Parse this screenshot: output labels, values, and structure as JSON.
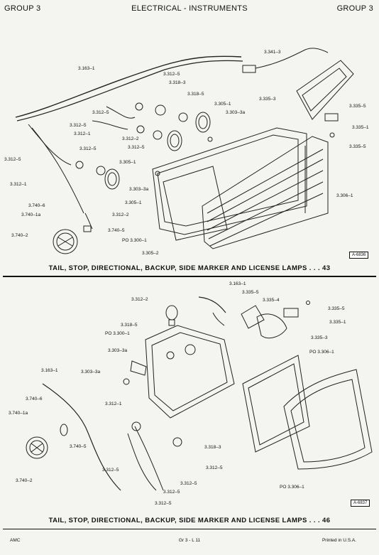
{
  "header": {
    "left": "GROUP 3",
    "center": "ELECTRICAL - INSTRUMENTS",
    "right": "GROUP 3"
  },
  "figure1": {
    "ref": "A-6836",
    "caption": "TAIL, STOP, DIRECTIONAL, BACKUP, SIDE MARKER AND LICENSE LAMPS . . . 43",
    "labels": [
      "3.163–1",
      "3.312–5",
      "3.318–3",
      "3.318–5",
      "3.305–1",
      "3.303–3a",
      "3.312–5",
      "3.312–5",
      "3.312–1",
      "3.312–2",
      "3.312–5",
      "3.312–5",
      "3.312–5",
      "3.312–1",
      "3.305–1",
      "3.303–3a",
      "3.305–1",
      "3.312–2",
      "3.740–6",
      "3.740–1a",
      "3.740–5",
      "3.740–2",
      "PO 3.300–1",
      "3.305–2",
      "3.341–3",
      "3.335–3",
      "3.335–5",
      "3.335–1",
      "3.335–5",
      "3.306–1"
    ]
  },
  "figure2": {
    "ref": "A-6837",
    "caption": "TAIL, STOP, DIRECTIONAL, BACKUP, SIDE MARKER AND LICENSE LAMPS . . . 46",
    "labels": [
      "3.312–2",
      "3.163–1",
      "3.335–5",
      "3.335–4",
      "3.335–5",
      "3.335–1",
      "3.335–3",
      "3.318–5",
      "PO 3.300–1",
      "3.303–3a",
      "3.303–3a",
      "PO 3.306–1",
      "3.163–1",
      "3.740–6",
      "3.740–1a",
      "3.312–1",
      "3.740–5",
      "3.318–3",
      "3.312–5",
      "3.312–5",
      "3.312–5",
      "3.740–2",
      "3.312–5",
      "3.312–5",
      "PO 3.306–1"
    ]
  },
  "footer": {
    "left": "AMC",
    "center": "Gr 3 - L 11",
    "right": "Printed in U.S.A."
  }
}
